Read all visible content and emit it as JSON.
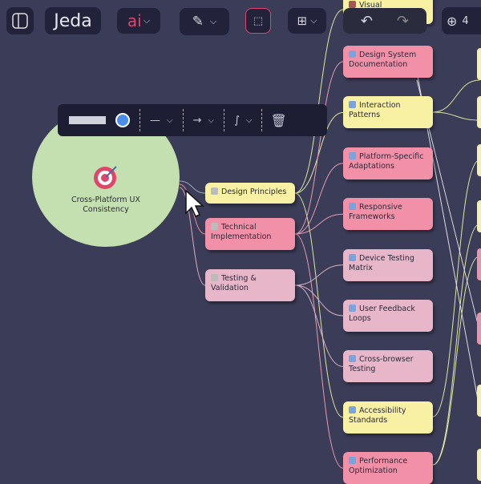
{
  "toolbar": {
    "logo": "Jeda",
    "ai_label": "ai",
    "zoom": "4"
  },
  "central": {
    "label": "Cross-Platform UX Consistency",
    "icon": "target-icon"
  },
  "level1": [
    {
      "label": "Design Principles",
      "color": "y",
      "icon": "palette-icon"
    },
    {
      "label": "Technical Implementation",
      "color": "p",
      "icon": "gear-icon"
    },
    {
      "label": "Testing & Validation",
      "color": "lp",
      "icon": "check-icon"
    }
  ],
  "level2": [
    {
      "label": "Visual",
      "color": "y",
      "icon": "palette-icon"
    },
    {
      "label": "Design System Documentation",
      "color": "p",
      "icon": "book-icon"
    },
    {
      "label": "Interaction Patterns",
      "color": "y",
      "icon": "hand-icon"
    },
    {
      "label": "Platform-Specific Adaptations",
      "color": "p",
      "icon": "devices-icon"
    },
    {
      "label": "Responsive Frameworks",
      "color": "p",
      "icon": "phone-icon"
    },
    {
      "label": "Device Testing Matrix",
      "color": "lp",
      "icon": "chart-icon"
    },
    {
      "label": "User Feedback Loops",
      "color": "lp",
      "icon": "chat-icon"
    },
    {
      "label": "Cross-browser Testing",
      "color": "lp",
      "icon": "globe-icon"
    },
    {
      "label": "Accessibility Standards",
      "color": "y",
      "icon": "accessibility-icon"
    },
    {
      "label": "Performance Optimization",
      "color": "p",
      "icon": "lightning-icon"
    }
  ],
  "colors": {
    "background": "#3b3c58",
    "yellow": "#f8f0a2",
    "pink": "#f290a8",
    "light_pink": "#e7b6c8",
    "central": "#c5e0b0",
    "accent": "#e0456b"
  }
}
